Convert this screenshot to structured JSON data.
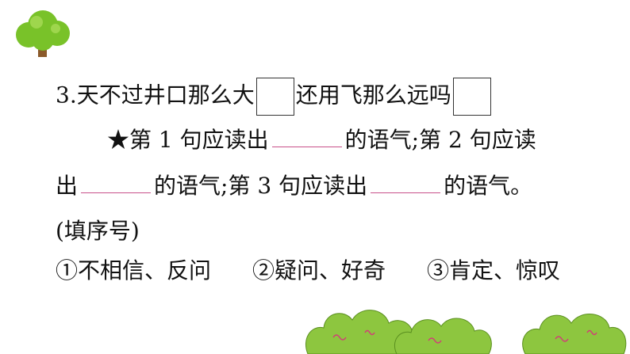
{
  "question": {
    "number": "3.",
    "sentence_1": "天不过井口那么大",
    "sentence_2": "还用飞那么远吗"
  },
  "instruction": {
    "star": "★",
    "part_a": "第 1 句应读出",
    "part_b": "的语气;第 2 句应读",
    "part_c": "出",
    "part_d": "的语气;第 3 句应读出",
    "part_e": "的语气。"
  },
  "hint": "(填序号)",
  "options": [
    {
      "label": "①不相信、反问"
    },
    {
      "label": "②疑问、好奇"
    },
    {
      "label": "③肯定、惊叹"
    }
  ],
  "colors": {
    "blank_underline": "#c8508a",
    "tree_green": "#79c229",
    "bush_green": "#8dc63f",
    "trunk_brown": "#8b5a2b"
  },
  "decorations": [
    "tree-icon",
    "bush-icon"
  ]
}
